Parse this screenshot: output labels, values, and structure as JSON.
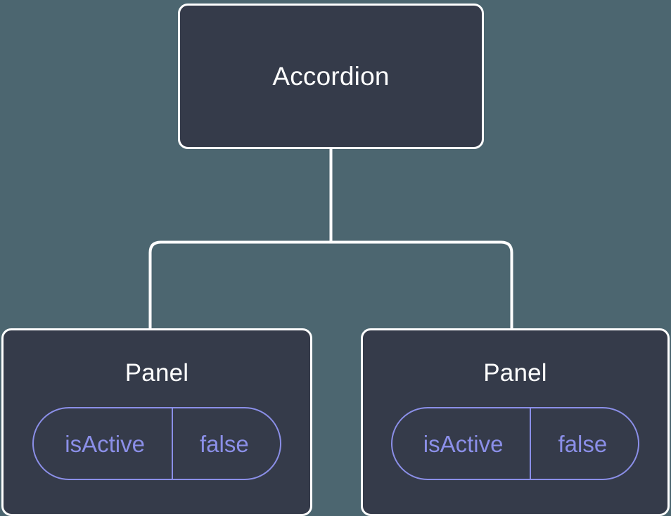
{
  "diagram": {
    "type": "component-tree",
    "background_color": "#4c6670",
    "node_fill_color": "#353b4a",
    "node_border_color": "#ffffff",
    "edge_color": "#ffffff",
    "badge_color": "#8b8fe8",
    "root": {
      "label": "Accordion"
    },
    "children": [
      {
        "label": "Panel",
        "prop": {
          "key": "isActive",
          "value": "false"
        }
      },
      {
        "label": "Panel",
        "prop": {
          "key": "isActive",
          "value": "false"
        }
      }
    ]
  }
}
